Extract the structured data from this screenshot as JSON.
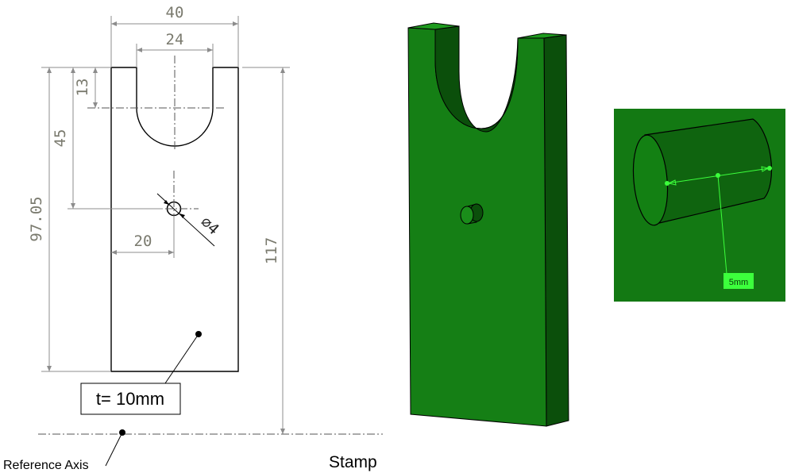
{
  "drawing": {
    "dimensions": {
      "overall_width": "40",
      "slot_width": "24",
      "slot_depth": "13",
      "hole_from_top": "45",
      "height": "97.05",
      "hole_from_left": "20",
      "hole_diameter": "∅4",
      "height_to_axis": "117"
    },
    "thickness_label": "t= 10mm",
    "reference_axis_label": "Reference Axis",
    "stamp_label": "Stamp"
  },
  "inset": {
    "measure_label": "5mm"
  },
  "colors": {
    "model_green": "#157f15",
    "model_green_dark": "#0b4f0b",
    "model_green_mid": "#0f6a0f",
    "inset_bg": "#137913",
    "measure_green": "#3cff3c"
  }
}
